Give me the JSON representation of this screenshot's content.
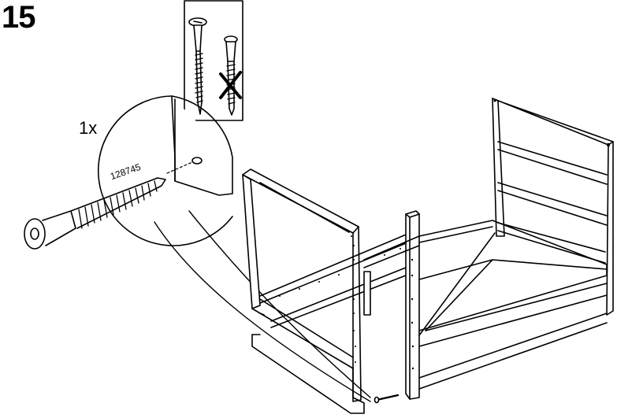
{
  "instruction": {
    "step_number": "15",
    "quantity": "1x",
    "part_number": "128745"
  },
  "icons": {
    "correct_screw": "long-screw-icon",
    "wrong_screw": "short-screw-crossed-icon",
    "zoom_bubble": "magnifier-circle",
    "frame": "bed-frame-illustration"
  },
  "colors": {
    "line": "#000000",
    "fill": "#ffffff"
  }
}
